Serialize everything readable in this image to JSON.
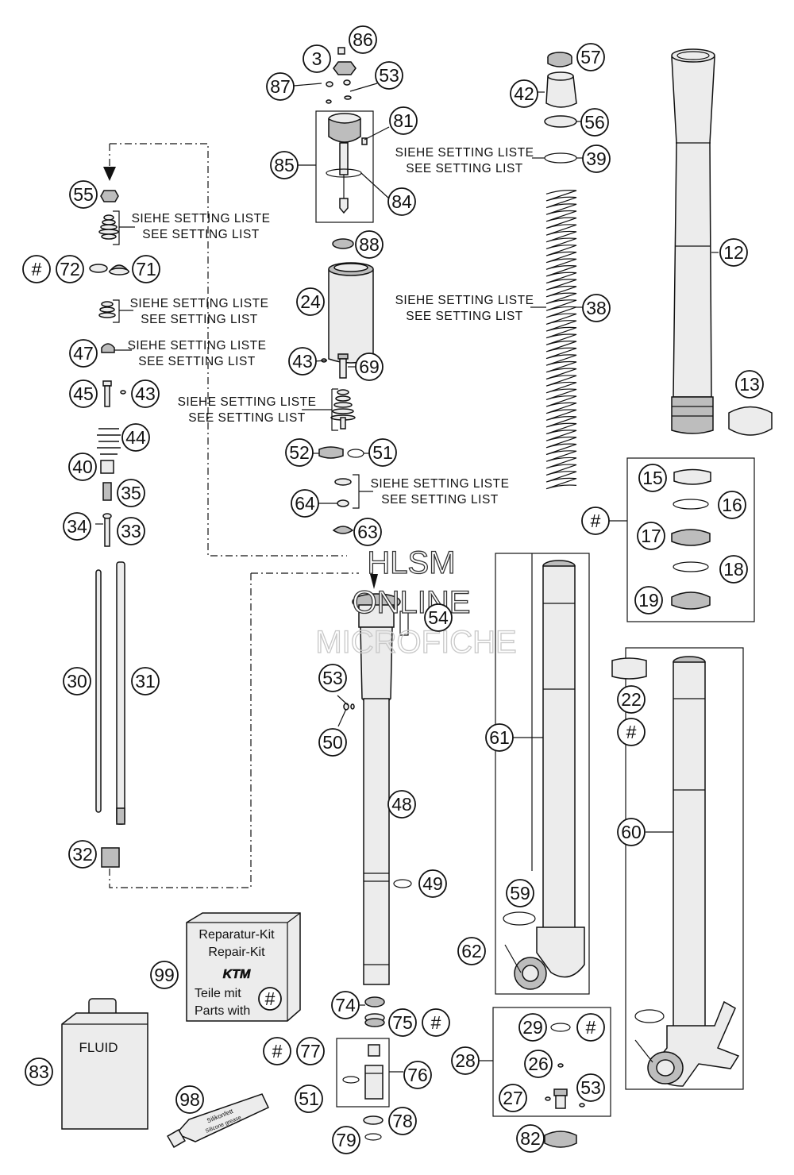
{
  "watermark": {
    "line1": "HLSM",
    "line2": "ONLINE",
    "line3": "MICROFICHE"
  },
  "notes": {
    "de": "SIEHE SETTING LISTE",
    "en": "SEE SETTING LIST"
  },
  "kit": {
    "line1": "Reparatur-Kit",
    "line2": "Repair-Kit",
    "brand": "KTM",
    "line3": "Teile mit",
    "line4": "Parts with",
    "hash": "#"
  },
  "fluid_label": "FLUID",
  "grease_label": "Silikonfett",
  "grease_label2": "Silicone grease",
  "callouts": {
    "c3": "3",
    "c86": "86",
    "c87": "87",
    "c53a": "53",
    "c81": "81",
    "c85": "85",
    "c84": "84",
    "c88": "88",
    "c24": "24",
    "c43a": "43",
    "c69": "69",
    "c52": "52",
    "c51a": "51",
    "c64": "64",
    "c63": "63",
    "c57": "57",
    "c42": "42",
    "c56": "56",
    "c39": "39",
    "c38": "38",
    "c12": "12",
    "c13": "13",
    "c55": "55",
    "h72": "#",
    "c72": "72",
    "c71": "71",
    "c47": "47",
    "c45": "45",
    "c43b": "43",
    "c44": "44",
    "c40": "40",
    "c35": "35",
    "c34": "34",
    "c33": "33",
    "c30": "30",
    "c31": "31",
    "c32": "32",
    "h15": "#",
    "c15": "15",
    "c16": "16",
    "c17": "17",
    "c18": "18",
    "c19": "19",
    "c22": "22",
    "h22": "#",
    "c54": "54",
    "c53b": "53",
    "c50": "50",
    "c48": "48",
    "c49": "49",
    "c61": "61",
    "c60": "60",
    "c59": "59",
    "c62": "62",
    "c99": "99",
    "c74": "74",
    "c75": "75",
    "h75": "#",
    "h77": "#",
    "c77": "77",
    "c76": "76",
    "c51b": "51",
    "c78": "78",
    "c79": "79",
    "c83": "83",
    "c98": "98",
    "c28": "28",
    "c29": "29",
    "h29": "#",
    "c26": "26",
    "c27": "27",
    "c53c": "53",
    "c82": "82"
  }
}
